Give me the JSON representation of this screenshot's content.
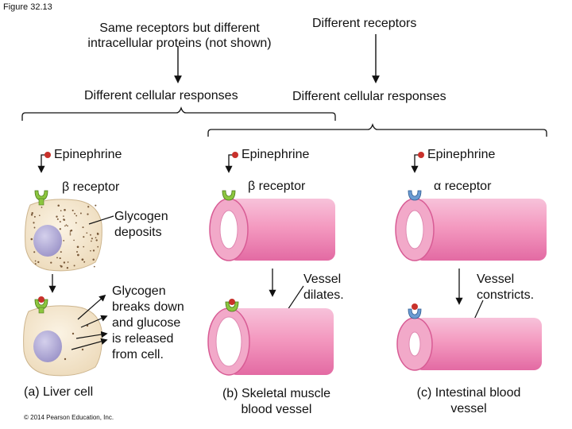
{
  "figure_label": "Figure 32.13",
  "top": {
    "left_heading": "Same receptors but different intracellular proteins (not shown)",
    "right_heading": "Different receptors",
    "left_response": "Different cellular responses",
    "right_response": "Different cellular responses"
  },
  "panels": {
    "a": {
      "signal": "Epinephrine",
      "receptor_symbol": "β",
      "receptor_word": "receptor",
      "deposits_line1": "Glycogen",
      "deposits_line2": "deposits",
      "result_lines": [
        "Glycogen",
        "breaks down",
        "and glucose",
        "is released",
        "from cell."
      ],
      "caption": "(a) Liver cell"
    },
    "b": {
      "signal": "Epinephrine",
      "receptor_symbol": "β",
      "receptor_word": "receptor",
      "result_line1": "Vessel",
      "result_line2": "dilates.",
      "caption_line1": "(b) Skeletal muscle",
      "caption_line2": "blood vessel"
    },
    "c": {
      "signal": "Epinephrine",
      "receptor_symbol": "α",
      "receptor_word": "receptor",
      "result_line1": "Vessel",
      "result_line2": "constricts.",
      "caption_line1": "(c) Intestinal blood",
      "caption_line2": "vessel"
    }
  },
  "copyright": "© 2014 Pearson Education, Inc.",
  "colors": {
    "vessel_pink": "#f4a6c8",
    "vessel_rim": "#e0609a",
    "beta_receptor_green": "#8cc63f",
    "alpha_receptor_blue": "#6b9bd2",
    "epinephrine_red": "#c8312b",
    "cell_fill": "#f3e6cf",
    "nucleus_fill": "#b9b2d8"
  }
}
